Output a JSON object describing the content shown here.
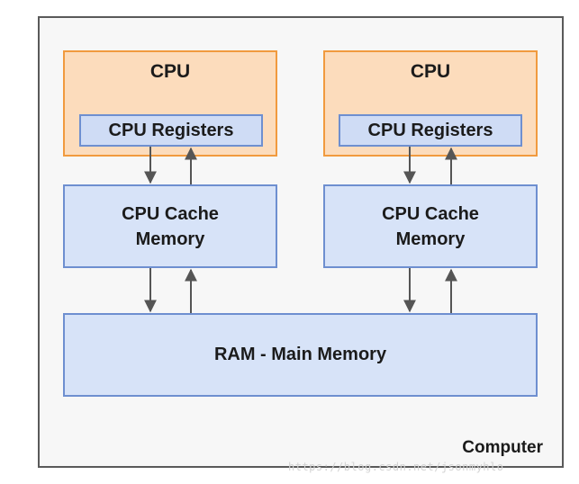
{
  "diagram": {
    "container_label": "Computer",
    "cpus": [
      {
        "title": "CPU",
        "registers": "CPU Registers",
        "cache_line1": "CPU Cache",
        "cache_line2": "Memory"
      },
      {
        "title": "CPU",
        "registers": "CPU Registers",
        "cache_line1": "CPU Cache",
        "cache_line2": "Memory"
      }
    ],
    "ram_label": "RAM - Main Memory",
    "watermark": "https://blog.csdn.net/jsonmyhlo"
  },
  "colors": {
    "cpu_fill": "#fcdcbc",
    "cpu_border": "#f19a3e",
    "memory_fill": "#d7e3f8",
    "memory_border": "#6e8fd0",
    "arrow": "#555555"
  }
}
